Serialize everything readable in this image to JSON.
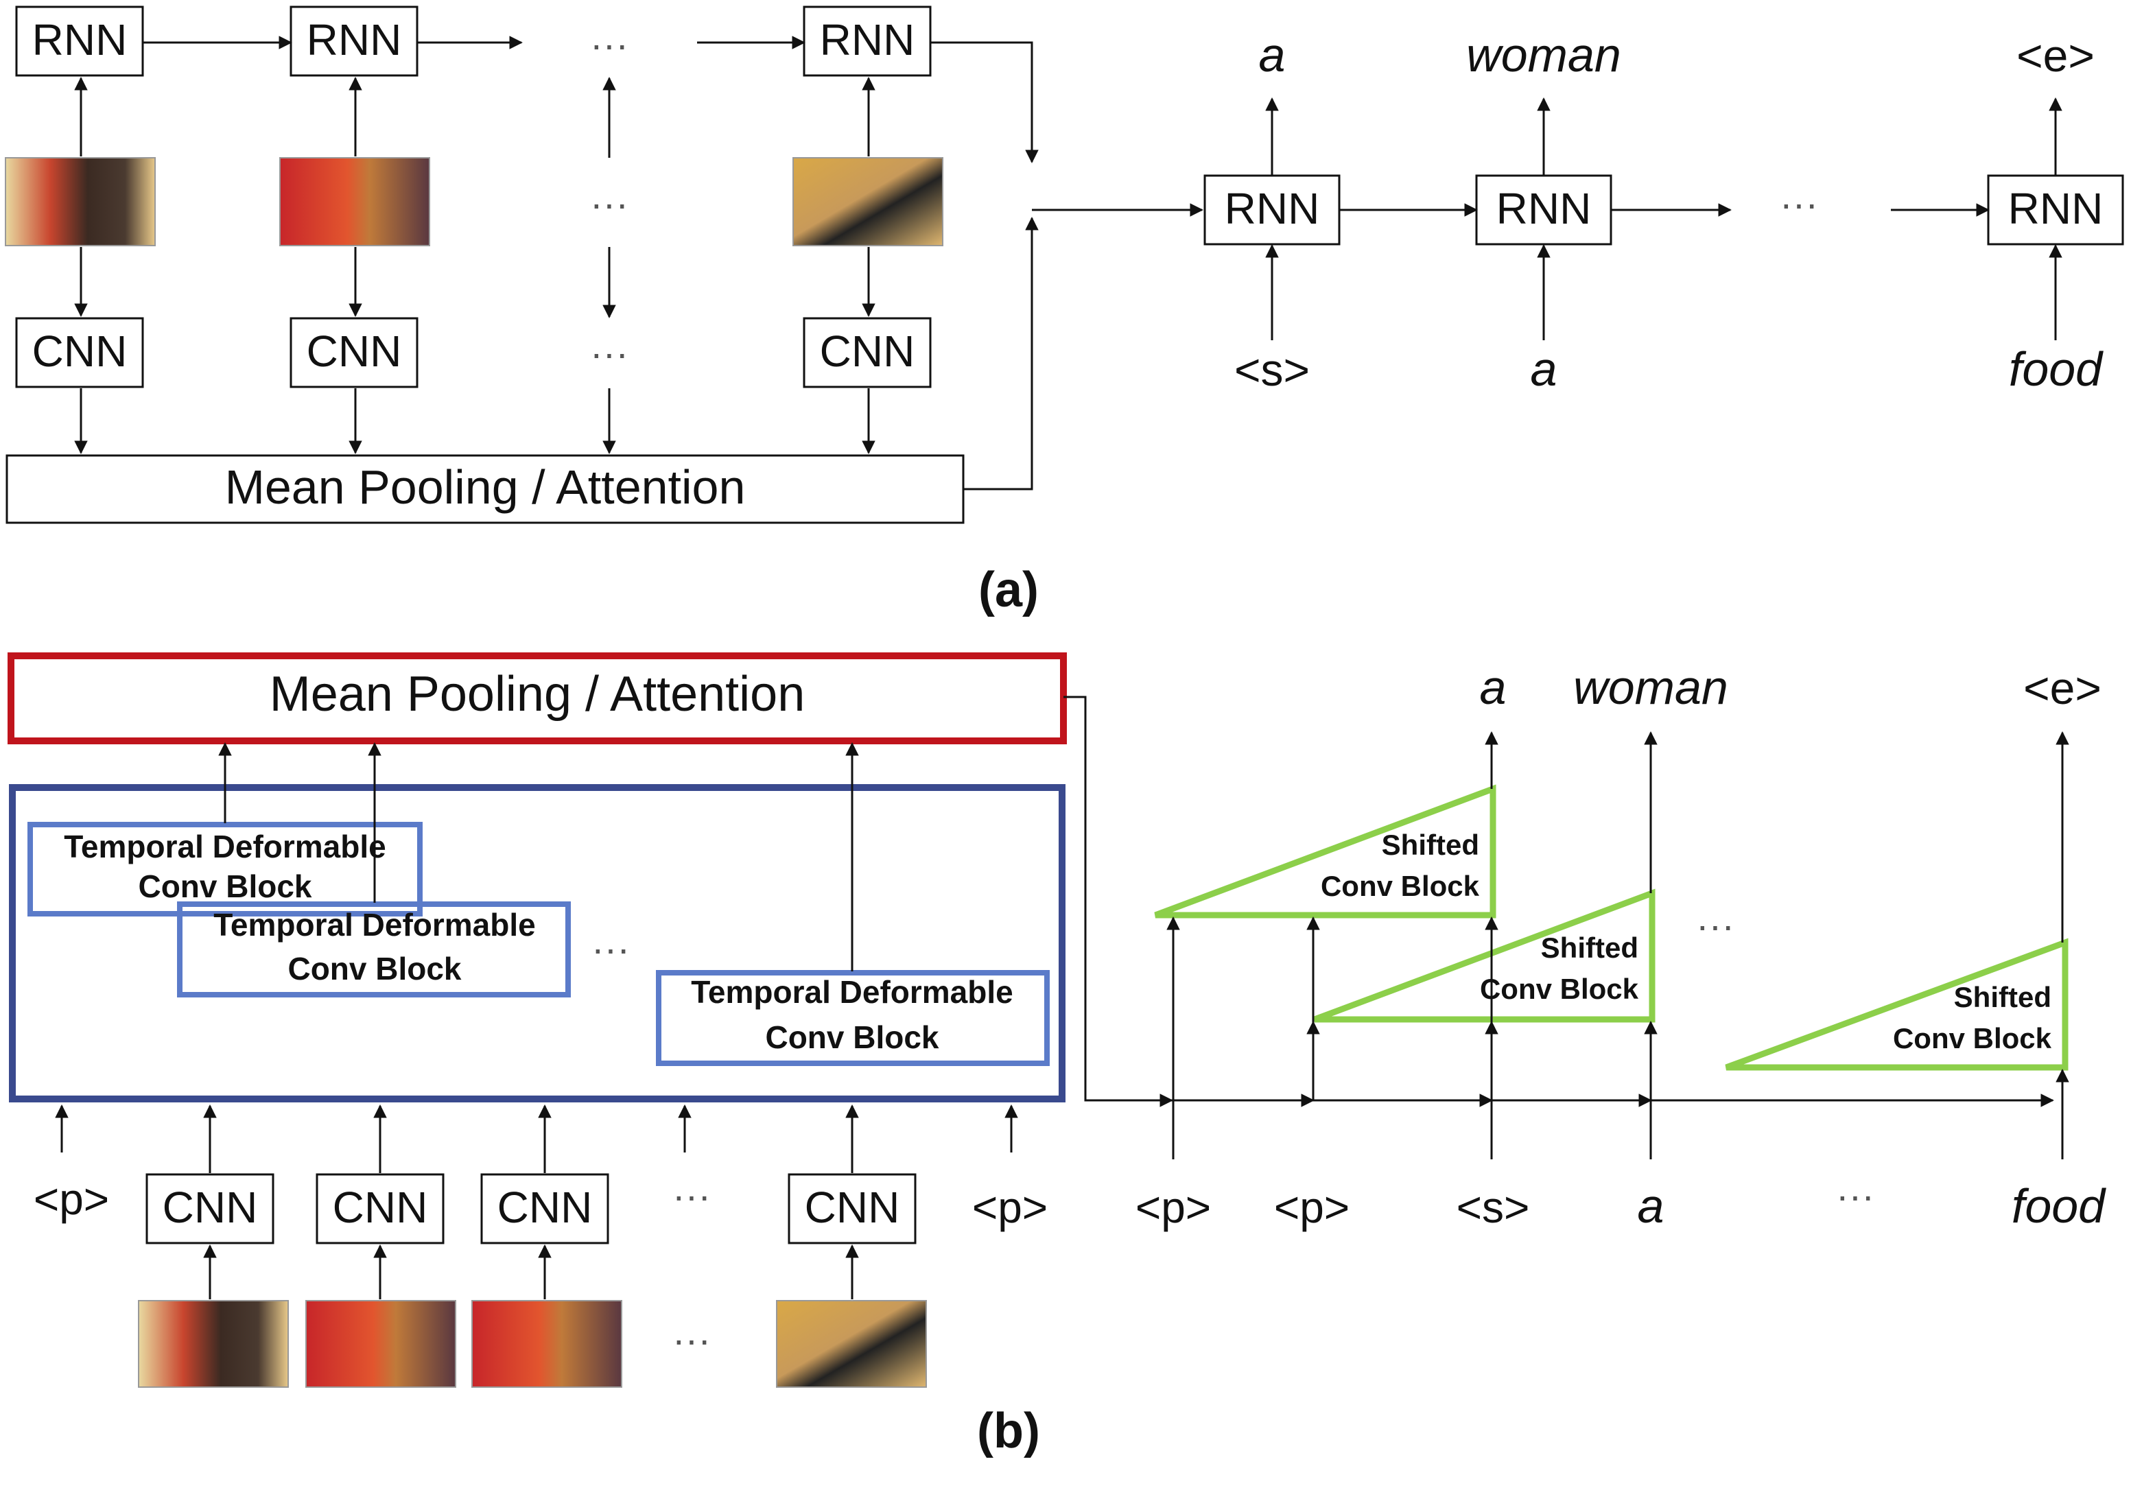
{
  "colors": {
    "stroke": "#111111",
    "red_box": "#c0141c",
    "navy_box": "#3a4a8e",
    "blue_box": "#5b7bc9",
    "green_tri": "#8ccf4a",
    "thumb_orange": "#d9a23a",
    "thumb_red": "#c23a32",
    "thumb_dark": "#3a2a2a"
  },
  "icons": [
    "food-frame-thumbnail",
    "ellipsis-icon"
  ],
  "labels": {
    "rnn": "RNN",
    "cnn": "CNN",
    "ellipsis": "···",
    "pool_a": "Mean Pooling / Attention",
    "pool_b": "Mean Pooling / Attention",
    "panel_a": "(a)",
    "panel_b": "(b)",
    "tdcb_line1": "Temporal Deformable",
    "tdcb_line2": "Conv Block",
    "scb_line1": "Shifted",
    "scb_line2": "Conv Block",
    "pad": "<p>"
  },
  "a_outputs": [
    "a",
    "woman",
    "<e>"
  ],
  "a_inputs": [
    "<s>",
    "a",
    "food"
  ],
  "b_outputs": [
    "a",
    "woman",
    "<e>"
  ],
  "b_inputs": [
    "<p>",
    "<p>",
    "<s>",
    "a",
    "food"
  ]
}
